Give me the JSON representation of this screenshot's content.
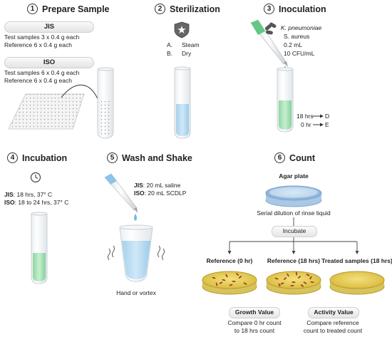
{
  "steps": {
    "s1": {
      "num": "1",
      "title": "Prepare Sample"
    },
    "s2": {
      "num": "2",
      "title": "Sterilization"
    },
    "s3": {
      "num": "3",
      "title": "Inoculation"
    },
    "s4": {
      "num": "4",
      "title": "Incubation"
    },
    "s5": {
      "num": "5",
      "title": "Wash and Shake"
    },
    "s6": {
      "num": "6",
      "title": "Count"
    }
  },
  "prepare": {
    "jis_label": "JIS",
    "jis_line1": "Test samples 3 x 0.4 g each",
    "jis_line2": "Reference 6 x 0.4 g each",
    "iso_label": "ISO",
    "iso_line1": "Test samples 6 x 0.4 g each",
    "iso_line2": "Reference 6 x 0.4 g each"
  },
  "sterilization": {
    "opt_a_letter": "A.",
    "opt_a": "Steam",
    "opt_b_letter": "B.",
    "opt_b": "Dry"
  },
  "inoculation": {
    "organism1": "K. pneumoniae",
    "organism2": "S. aureus",
    "volume": "0.2 mL",
    "conc": "10 CFU/mL",
    "t1_time": "18 hrs",
    "t1_dest": "D",
    "t2_time": "0 hr",
    "t2_dest": "E"
  },
  "incubation": {
    "jis_key": "JIS",
    "jis_val": ": 18 hrs, 37° C",
    "iso_key": "ISO",
    "iso_val": ": 18 to 24 hrs, 37° C"
  },
  "wash": {
    "jis_key": "JIS",
    "jis_val": ": 20 mL saline",
    "iso_key": "ISO",
    "iso_val": ": 20 mL SCDLP",
    "caption": "Hand or vortex"
  },
  "count": {
    "agar_label": "Agar plate",
    "dilution_label": "Serial dilution of rinse liquid",
    "incubate_label": "Incubate",
    "plate1": "Reference (0 hr)",
    "plate2": "Reference (18 hrs)",
    "plate3": "Treated samples (18 hrs)",
    "growth_title": "Growth Value",
    "growth_line1": "Compare 0 hr count",
    "growth_line2": "to 18 hrs count",
    "activity_title": "Activity Value",
    "activity_line1": "Compare reference",
    "activity_line2": "count to treated count"
  },
  "colors": {
    "tube_blue": "#b9dcf0",
    "tube_green": "#a8e0b4",
    "plate_yellow": "#e8d05a",
    "plate_blue": "#8fb9e0",
    "colony": "#9a3a26"
  }
}
